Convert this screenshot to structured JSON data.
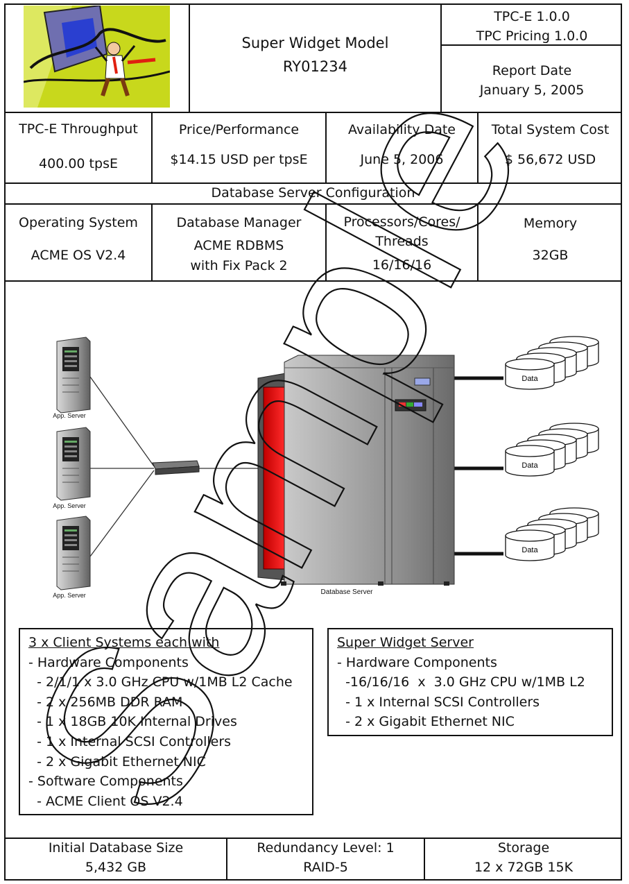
{
  "header": {
    "title_line1": "Super Widget Model",
    "title_line2": "RY01234",
    "spec_line1": "TPC-E 1.0.0",
    "spec_line2": "TPC Pricing 1.0.0",
    "report_label": "Report Date",
    "report_date": "January 5, 2005"
  },
  "metrics": [
    {
      "label": "TPC-E Throughput",
      "value": "400.00 tpsE"
    },
    {
      "label": "Price/Performance",
      "value": "$14.15 USD per tpsE"
    },
    {
      "label": "Availability Date",
      "value": "June 5, 2006"
    },
    {
      "label": "Total System Cost",
      "value": "$ 56,672 USD"
    }
  ],
  "config_header": "Database Server Configuration",
  "config": {
    "os_label": "Operating System",
    "os_value": "ACME OS V2.4",
    "dbm_label": "Database Manager",
    "dbm_value1": "ACME RDBMS",
    "dbm_value2": "with Fix Pack 2",
    "proc_label1": "Processors/Cores/",
    "proc_label2": "Threads",
    "proc_value": "16/16/16",
    "mem_label": "Memory",
    "mem_value": "32GB"
  },
  "diagram": {
    "app_server_label": "App. Server",
    "db_server_label": "Database Server",
    "data_label": "Data"
  },
  "client_box": {
    "title": "3 x Client Systems each with",
    "lines": [
      "- Hardware Components",
      "  - 2/1/1 x 3.0 GHz CPU w/1MB L2 Cache",
      "  - 2 x 256MB DDR RAM",
      "  - 1 x 18GB 10K Internal Drives",
      "  - 1 x Internal SCSI Controllers",
      "  - 2 x Gigabit Ethernet NIC",
      "- Software Components",
      "  - ACME Client OS V2.4"
    ]
  },
  "server_box": {
    "title": "Super Widget Server",
    "lines": [
      "- Hardware Components",
      "  -16/16/16  x  3.0 GHz CPU w/1MB L2",
      "  - 1 x Internal SCSI Controllers",
      "  - 2 x Gigabit Ethernet NIC"
    ]
  },
  "footer": [
    {
      "label": "Initial Database Size",
      "value": "5,432 GB"
    },
    {
      "label": "Redundancy Level: 1",
      "value": "RAID-5"
    },
    {
      "label": "Storage",
      "value": "12 x 72GB 15K"
    }
  ],
  "watermark": "Sample"
}
